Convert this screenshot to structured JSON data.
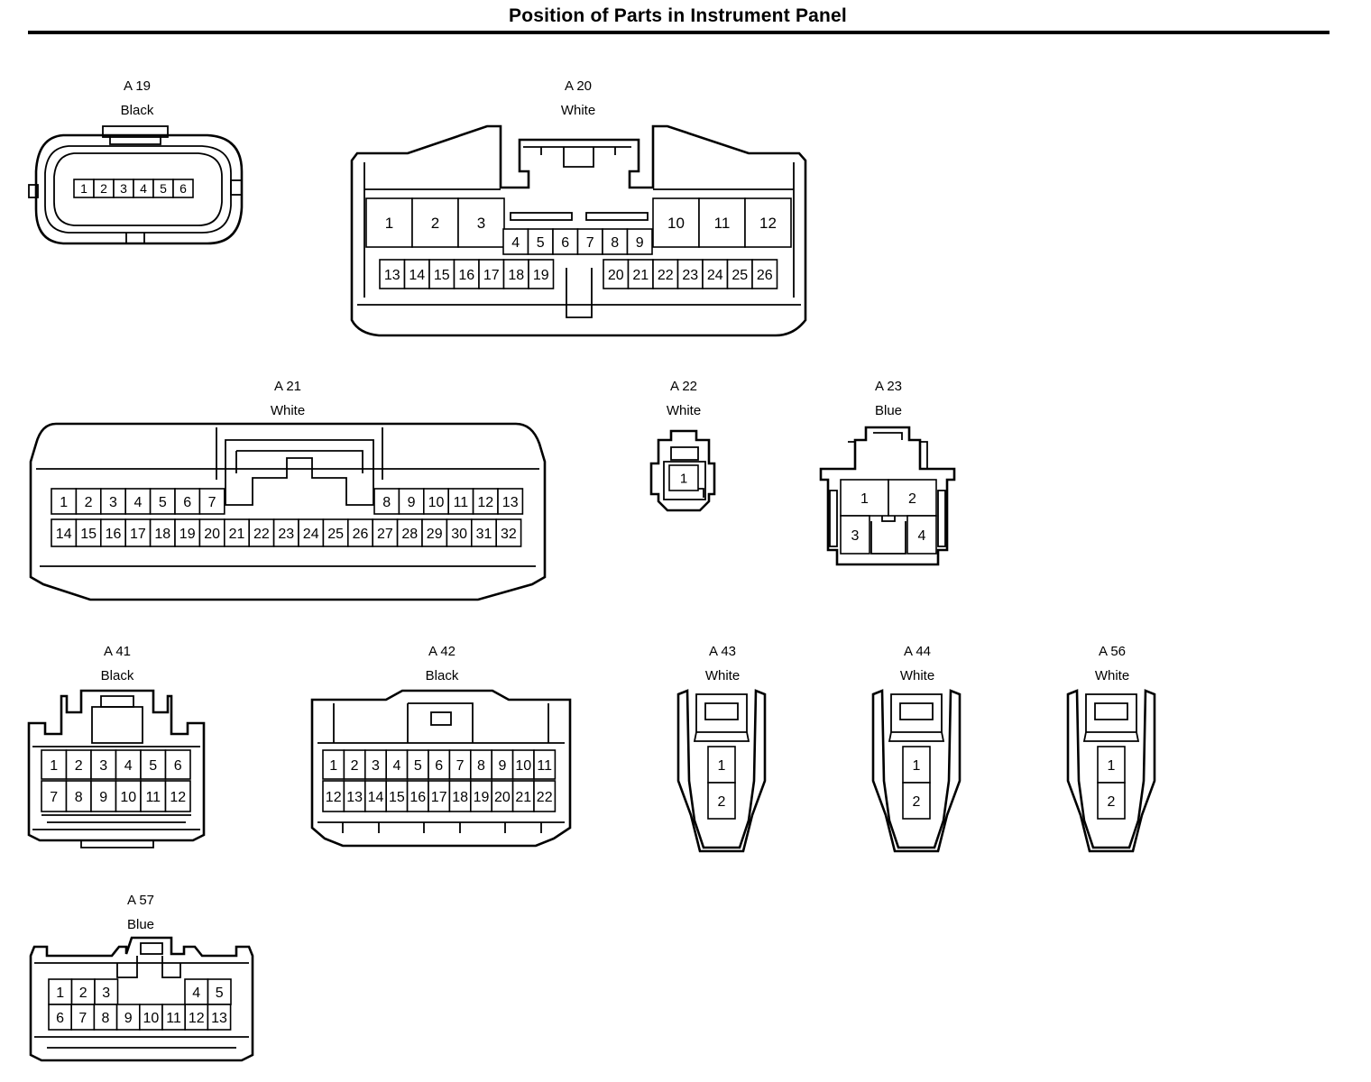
{
  "title": "Position of Parts in Instrument Panel",
  "connectors": [
    {
      "id": "A 19",
      "color": "Black",
      "pins": 6
    },
    {
      "id": "A 20",
      "color": "White",
      "pins": 26
    },
    {
      "id": "A 21",
      "color": "White",
      "pins": 32
    },
    {
      "id": "A 22",
      "color": "White",
      "pins": 1
    },
    {
      "id": "A 23",
      "color": "Blue",
      "pins": 4
    },
    {
      "id": "A 41",
      "color": "Black",
      "pins": 12
    },
    {
      "id": "A 42",
      "color": "Black",
      "pins": 22
    },
    {
      "id": "A 43",
      "color": "White",
      "pins": 2
    },
    {
      "id": "A 44",
      "color": "White",
      "pins": 2
    },
    {
      "id": "A 56",
      "color": "White",
      "pins": 2
    },
    {
      "id": "A 57",
      "color": "Blue",
      "pins": 13
    }
  ]
}
